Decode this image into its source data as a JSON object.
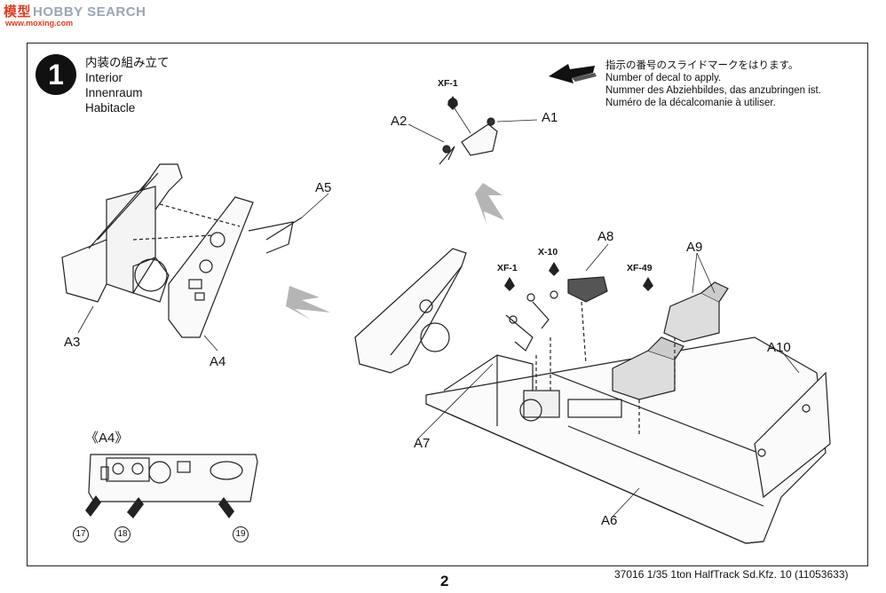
{
  "watermark": {
    "brand_cn": "模型",
    "brand": "HOBBY SEARCH",
    "site": "www.moxing.com"
  },
  "step": {
    "number": "1",
    "title_ja": "内装の組み立て",
    "title_en": "Interior",
    "title_de": "Innenraum",
    "title_fr": "Habitacle"
  },
  "decal_note": {
    "ja": "指示の番号のスライドマークをはります。",
    "en": "Number of decal to apply.",
    "de": "Nummer des Abziehbildes, das anzubringen ist.",
    "fr": "Numéro de la décalcomanie à utiliser."
  },
  "parts": {
    "a1": "A1",
    "a2": "A2",
    "a3": "A3",
    "a4": "A4",
    "a5": "A5",
    "a6": "A6",
    "a7": "A7",
    "a8": "A8",
    "a9": "A9",
    "a10": "A10"
  },
  "paints": {
    "xf1_top": "XF-1",
    "xf1_mid": "XF-1",
    "x10": "X-10",
    "xf49": "XF-49"
  },
  "detail": {
    "label": "《A4》",
    "decals": [
      "17",
      "18",
      "19"
    ]
  },
  "footer": {
    "page": "2",
    "code": "37016  1/35 1ton HalfTrack Sd.Kfz. 10 (11053633)"
  }
}
